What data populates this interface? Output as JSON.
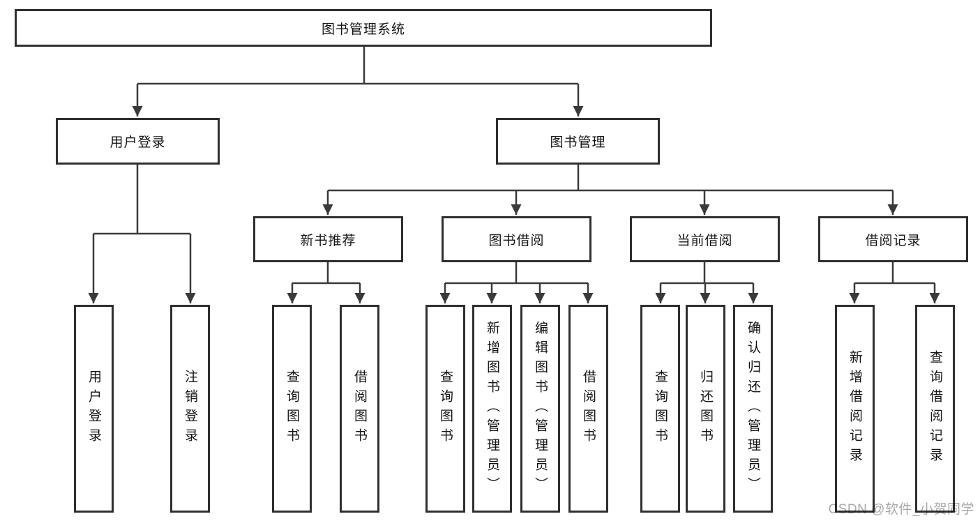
{
  "diagram": {
    "root": {
      "label": "图书管理系统"
    },
    "level2": [
      {
        "label": "用户登录",
        "children": [
          {
            "label": "用户登录"
          },
          {
            "label": "注销登录"
          }
        ]
      },
      {
        "label": "图书管理"
      }
    ],
    "level3": [
      {
        "label": "新书推荐",
        "children": [
          {
            "label": "查询图书"
          },
          {
            "label": "借阅图书"
          }
        ]
      },
      {
        "label": "图书借阅",
        "children": [
          {
            "label": "查询图书"
          },
          {
            "label": "新增图书（管理员）"
          },
          {
            "label": "编辑图书（管理员）"
          },
          {
            "label": "借阅图书"
          }
        ]
      },
      {
        "label": "当前借阅",
        "children": [
          {
            "label": "查询图书"
          },
          {
            "label": "归还图书"
          },
          {
            "label": "确认归还（管理员）"
          }
        ]
      },
      {
        "label": "借阅记录",
        "children": [
          {
            "label": "新增借阅记录"
          },
          {
            "label": "查询借阅记录"
          }
        ]
      }
    ]
  },
  "watermark": "CSDN @软件_小贺同学",
  "colors": {
    "line": "#3a3a3a",
    "box_border": "#2f2f2f",
    "text": "#141414",
    "watermark": "#a8a8a8",
    "background": "#ffffff"
  }
}
